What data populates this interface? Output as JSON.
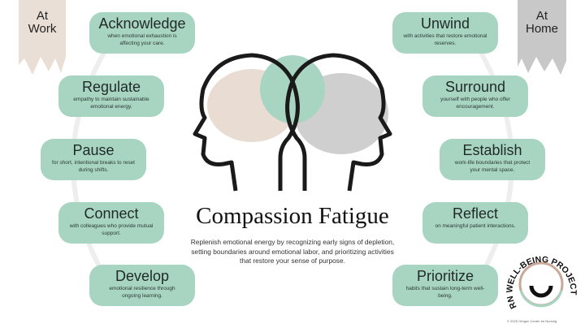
{
  "title": "Compassion Fatigue",
  "description": "Replenish emotional energy by recognizing early signs of depletion, setting boundaries around emotional labor, and prioritizing activities that restore your sense of purpose.",
  "work": {
    "label_line1": "At",
    "label_line2": "Work",
    "items": [
      {
        "title": "Acknowledge",
        "text": "when emotional exhaustion is affecting your care."
      },
      {
        "title": "Regulate",
        "text": "empathy to maintain sustainable emotional energy."
      },
      {
        "title": "Pause",
        "text": "for short, intentional breaks to reset during shifts."
      },
      {
        "title": "Connect",
        "text": "with colleagues who provide mutual support."
      },
      {
        "title": "Develop",
        "text": "emotional resilience through ongoing learning."
      }
    ]
  },
  "home": {
    "label_line1": "At",
    "label_line2": "Home",
    "items": [
      {
        "title": "Unwind",
        "text": "with activities that restore emotional reserves."
      },
      {
        "title": "Surround",
        "text": "yourself with people who offer encouragement."
      },
      {
        "title": "Establish",
        "text": "work-life boundaries that protect your mental space."
      },
      {
        "title": "Reflect",
        "text": "on meaningful patient interactions."
      },
      {
        "title": "Prioritize",
        "text": "habits that sustain long-term well-being."
      }
    ]
  },
  "logo": {
    "text": "RN WELL-BEING PROJECT"
  },
  "copyright": "© 2025 Oregon Center for Nursing",
  "colors": {
    "pill": "#a8d4c2",
    "work_banner": "#eadfd6",
    "home_banner": "#c8c8c8",
    "head_outline": "#1a1a1a"
  }
}
